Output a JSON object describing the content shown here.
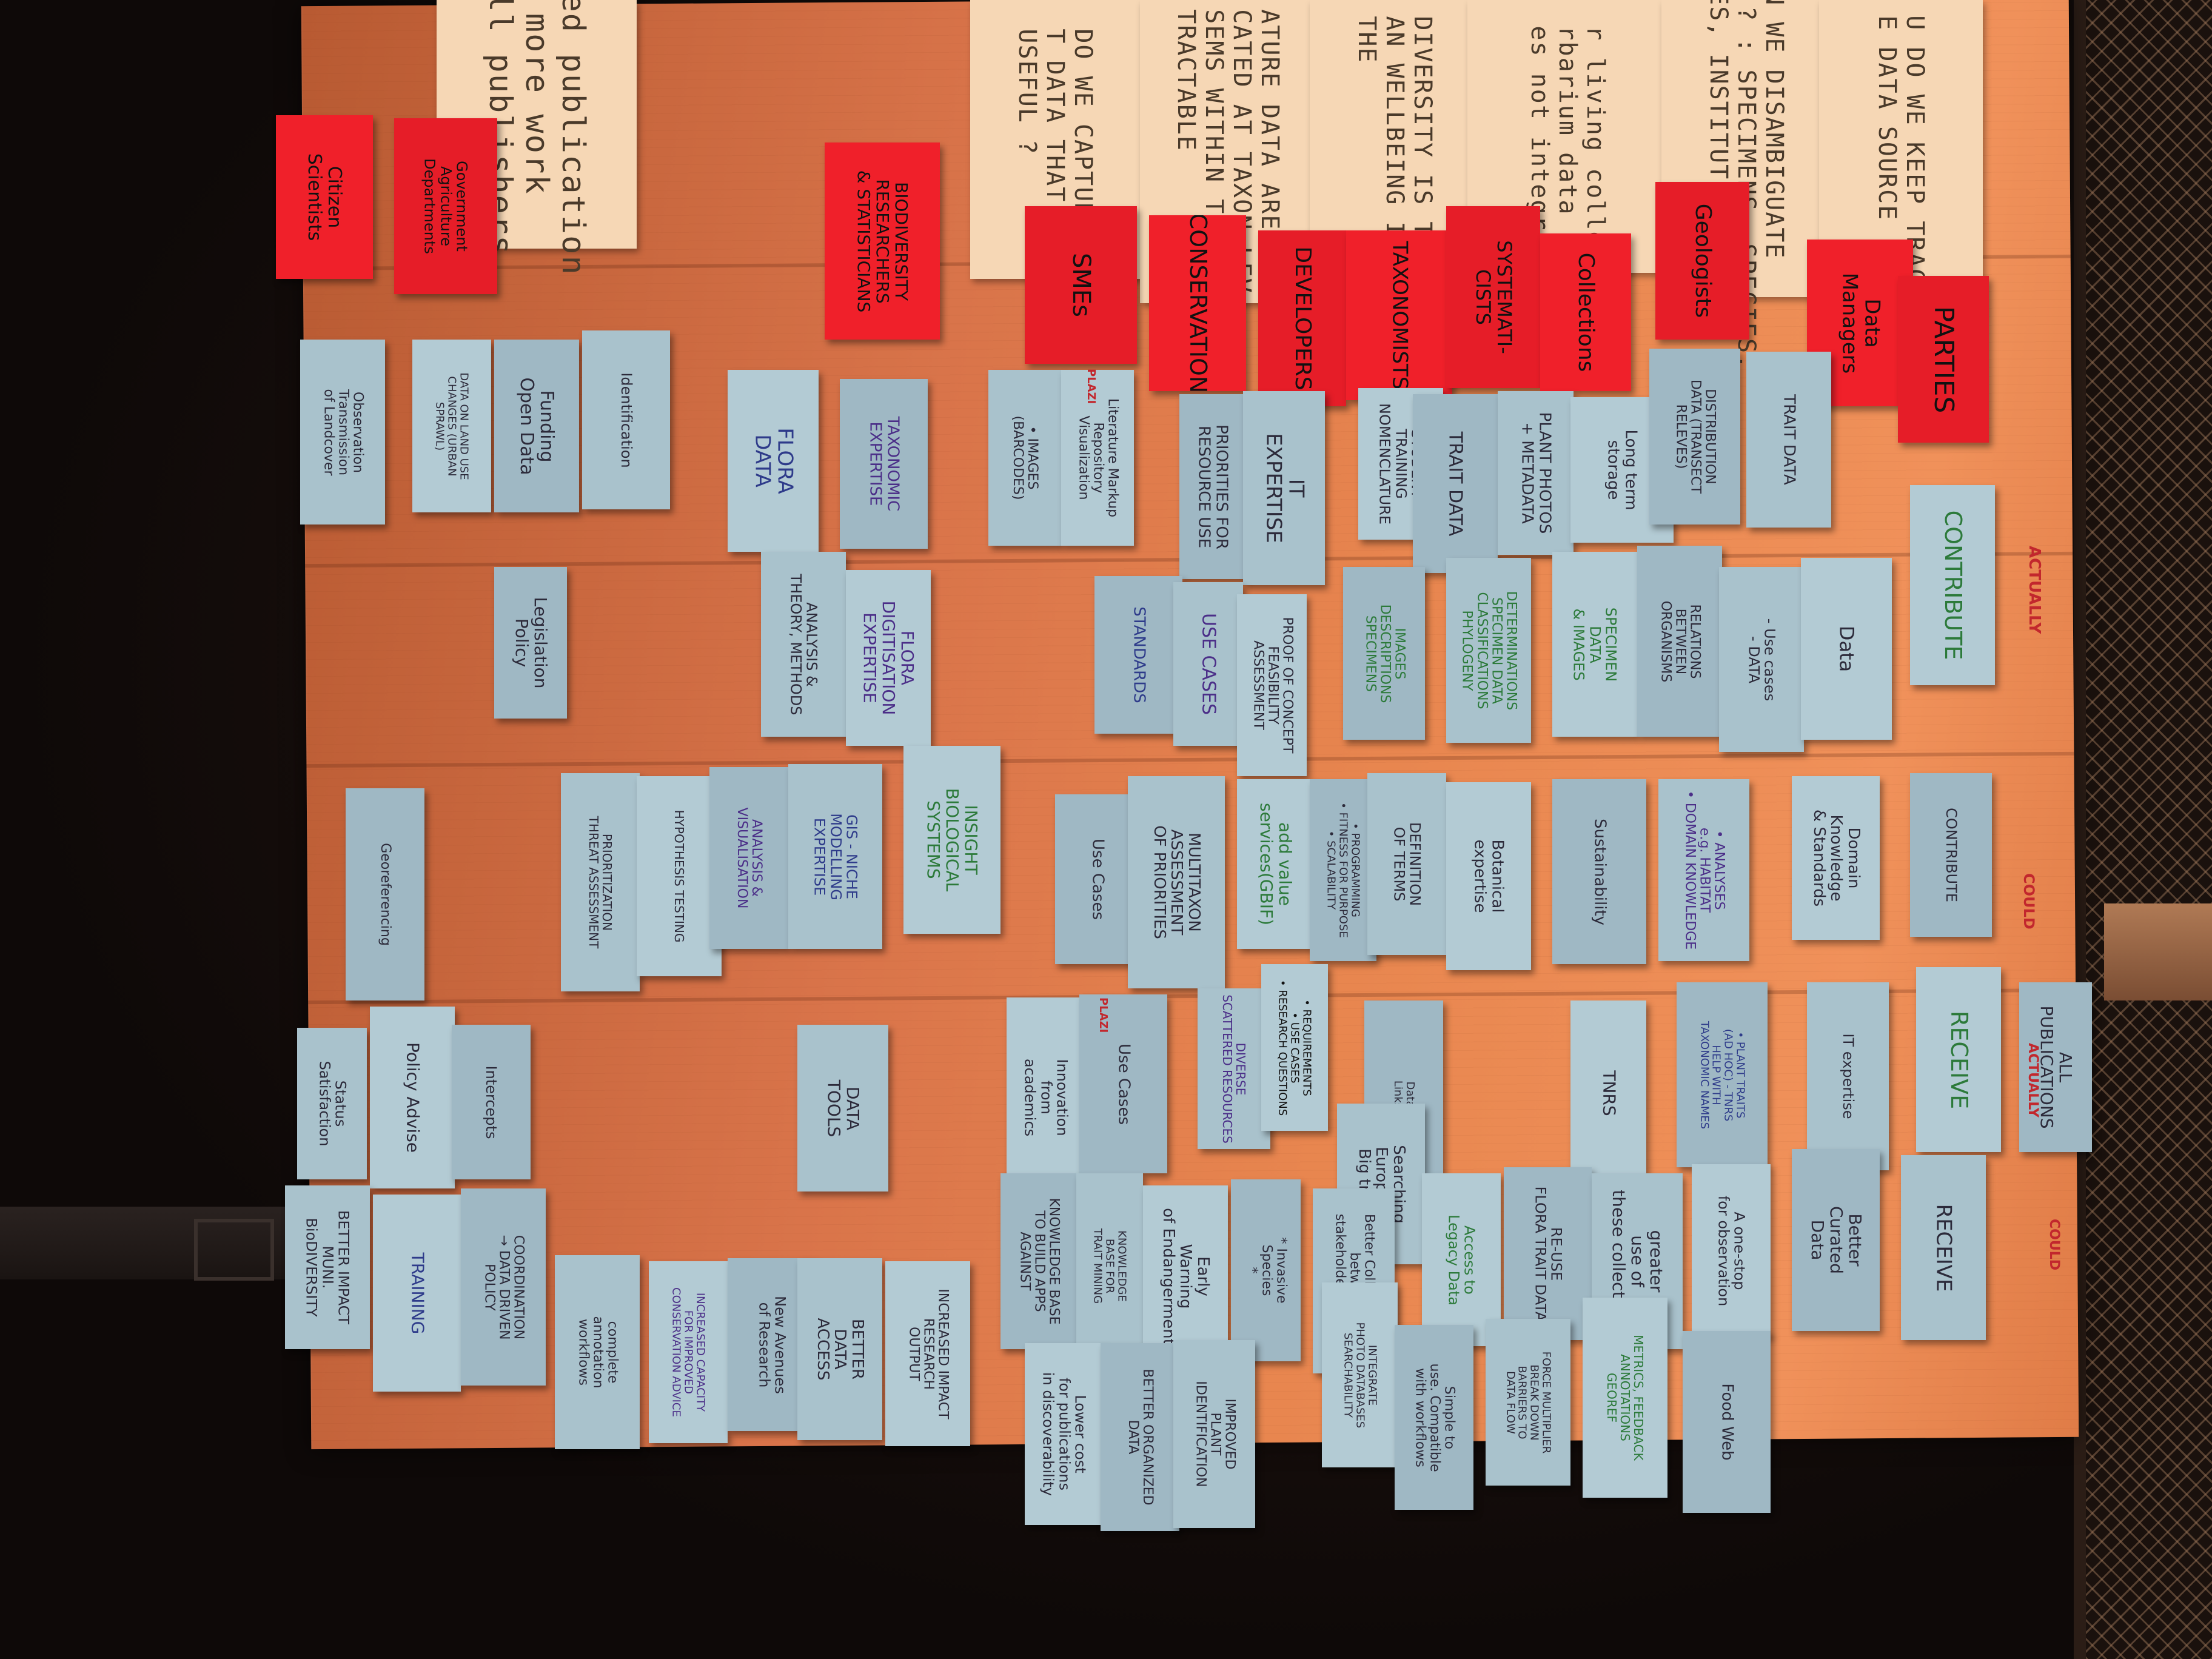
{
  "scene": {
    "description_hidden": "",
    "red_notes": [
      {
        "text": "Citizen\nScientists"
      },
      {
        "text": "Government\nAgriculture\nDepartments"
      },
      {
        "text": "BIODIVERSITY\nRESEARCHERS\n& STATISTICIANS"
      },
      {
        "text": "SMEs"
      },
      {
        "text": "CONSERVATION"
      },
      {
        "text": "DEVELOPERS"
      },
      {
        "text": "TAXONOMISTS"
      },
      {
        "text": "SYSTEMATI-\nCISTS"
      },
      {
        "text": "Collections"
      },
      {
        "text": "Geologists"
      },
      {
        "text": "Data\nManagers"
      },
      {
        "text": "PARTIES"
      }
    ],
    "header_sheets": [
      {
        "text": "ked publication\ns more work\nall publishers"
      },
      {
        "text": "DO WE CAPTURE\nT DATA THAT IS\nUSEFUL ?"
      },
      {
        "text": "ATURE DATA ARE\nCATED AT TAXON LEV\nSEMS WITHIN TAXA\nTRACTABLE"
      },
      {
        "text": "DIVERSITY IS THE\nAN WELLBEING I\nTHE"
      },
      {
        "text": "r living colle\nrbarium data\nes not integra"
      },
      {
        "text": "U CAN WE DISAMBIGUATE\nDATA ? : SPECIMENS, SPECIES,\nSERIES, INSTITUTIONS"
      },
      {
        "text": "U DO WE KEEP TRACK\nE DATA SOURCE ?"
      }
    ],
    "blue_notes": [
      {
        "text": "Observation\nTransmission\nof Landcover"
      },
      {
        "text": "DATA ON LAND USE\nCHANGES (URBAN\nSPRAWL)"
      },
      {
        "text": "Funding\nOpen Data"
      },
      {
        "text": "Identification"
      },
      {
        "text": "FLORA\nDATA"
      },
      {
        "text": "TAXONOMIC\nEXPERTISE"
      },
      {
        "text": "• IMAGES\n(BARCODES)"
      },
      {
        "text": "Literature Markup\nRepository\nVisualization"
      },
      {
        "text": "PRIORITIES FOR\nRESOURCE USE"
      },
      {
        "text": "IT\nEXPERTISE"
      },
      {
        "text": "STUDENT\nTRAINING\nNOMENCLATURE"
      },
      {
        "text": "TRAIT DATA"
      },
      {
        "text": "PLANT PHOTOS\n+ METADATA"
      },
      {
        "text": "Long term\nstorage"
      },
      {
        "text": "DISTRIBUTION\nDATA (TRANSECT\nRELEVES)"
      },
      {
        "text": "TRAIT DATA"
      },
      {
        "text": "CONTRIBUTE"
      },
      {
        "text": "Legislation\nPolicy"
      },
      {
        "text": "ANALYSIS &\nTHEORY, METHODS"
      },
      {
        "text": "FLORA\nDIGITISATION\nEXPERTISE"
      },
      {
        "text": "STANDARDS"
      },
      {
        "text": "USE CASES"
      },
      {
        "text": "PROOF OF CONCEPT\nFEASIBILITY\nASSESSMENT"
      },
      {
        "text": "IMAGES\nDESCRIPTIONS\nSPECIMENS"
      },
      {
        "text": "DETERMINATIONS\nSPECIMEN DATA\nCLASSIFICATIONS\nPHYLOGENY"
      },
      {
        "text": "SPECIMEN\nDATA\n& IMAGES"
      },
      {
        "text": "RELATIONS\nBETWEEN\nORGANISMS"
      },
      {
        "text": "- Use cases\n- DATA"
      },
      {
        "text": "Data"
      },
      {
        "text": "Georeferencing"
      },
      {
        "text": "PRIORITIZATION\nTHREAT ASSESSMENT"
      },
      {
        "text": "HYPOTHESIS TESTING"
      },
      {
        "text": "ANALYSIS &\nVISUALISATION"
      },
      {
        "text": "GIS - NICHE\nMODELLING\nEXPERTISE"
      },
      {
        "text": "INSIGHT\nBIOLOGICAL\nSYSTEMS"
      },
      {
        "text": "Use Cases"
      },
      {
        "text": "MULTITAXON\nASSESSMENT\nOF PRIORITIES"
      },
      {
        "text": "add value\nservices(GBIF)"
      },
      {
        "text": "• PROGRAMMING\n• FITNESS FOR PURPOSE\n• SCALABILITY"
      },
      {
        "text": "DEFINITION\nOF TERMS"
      },
      {
        "text": "Botanical\nexpertise"
      },
      {
        "text": "Sustainability"
      },
      {
        "text": "• ANALYSES\ne.g. HABITAT\n• DOMAIN KNOWLEDGE"
      },
      {
        "text": "Domain\nKnowledge\n& Standards"
      },
      {
        "text": "CONTRIBUTE"
      },
      {
        "text": "Status\nSatisfaction"
      },
      {
        "text": "Policy Advise"
      },
      {
        "text": "Intercepts"
      },
      {
        "text": "DATA\nTOOLS"
      },
      {
        "text": "Innovation\nfrom\nacademics"
      },
      {
        "text": "Use Cases"
      },
      {
        "text": "DIVERSE\nSCATTERED RESOURCES"
      },
      {
        "text": "• REQUIREMENTS\n• USE CASES\n• RESEARCH QUESTIONS"
      },
      {
        "text": "Data\nLinks"
      },
      {
        "text": "Searching\nEuropean\nBig traits"
      },
      {
        "text": "TNRS"
      },
      {
        "text": "• PLANT TRAITS\n(AD HOC) - TNRS\nHELP WITH\nTAXONOMIC NAMES"
      },
      {
        "text": "IT expertise"
      },
      {
        "text": "RECEIVE"
      },
      {
        "text": "ALL\nPUBLICATIONS"
      },
      {
        "text": "BETTER IMPACT\nMUNI.\nBioDIVERSITY"
      },
      {
        "text": "TRAINING"
      },
      {
        "text": "COORDINATION\n→ DATA DRIVEN\nPOLICY"
      },
      {
        "text": "complete\nannotation\nworkflows"
      },
      {
        "text": "INCREASED CAPACITY\nFOR IMPROVED\nCONSERVATION ADVICE"
      },
      {
        "text": "New Avenues\nof Research"
      },
      {
        "text": "BETTER\nDATA\nACCESS"
      },
      {
        "text": "INCREASED IMPACT\nRESEARCH\nOUTPUT"
      },
      {
        "text": "KNOWLEDGE BASE\nTO BUILD APPS\nAGAINST"
      },
      {
        "text": "KNOWLEDGE\nBASE FOR\nTRAIT MINING"
      },
      {
        "text": "Early\nWarning\nof Endangerment"
      },
      {
        "text": "* Invasive\nSpecies\n*"
      },
      {
        "text": "Better Collaboration\nbetween\nstakeholders/people"
      },
      {
        "text": "Access to\nLegacy Data"
      },
      {
        "text": "RE-USE\nFLORA TRAIT DATA"
      },
      {
        "text": "greater\nuse of\nthese collections"
      },
      {
        "text": "A one-stop\nfor observation"
      },
      {
        "text": "Better\nCurated\nData"
      },
      {
        "text": "RECEIVE"
      },
      {
        "text": "Lower cost\nfor publications\nin discoverability"
      },
      {
        "text": "BETTER ORGANIZED\nDATA"
      },
      {
        "text": "IMPROVED\nPLANT\nIDENTIFICATION"
      },
      {
        "text": "INTEGRATE\nPHOTO DATABASES\nSEARCHABILITY"
      },
      {
        "text": "Simple to\nuse. Compatible\nwith workflows"
      },
      {
        "text": "FORCE MULTIPLIER\nBREAK DOWN\nBARRIERS TO\nDATA FLOW"
      },
      {
        "text": "METRICS, FEEDBACK\nANNOTATIONS\nGEOREF"
      },
      {
        "text": "Food Web"
      }
    ],
    "small_labels": [
      {
        "text": "ACTUALLY"
      },
      {
        "text": "COULD"
      },
      {
        "text": "ACTUALLY"
      },
      {
        "text": "COULD"
      },
      {
        "text": "PLAZI"
      },
      {
        "text": "PLAZI"
      }
    ]
  }
}
